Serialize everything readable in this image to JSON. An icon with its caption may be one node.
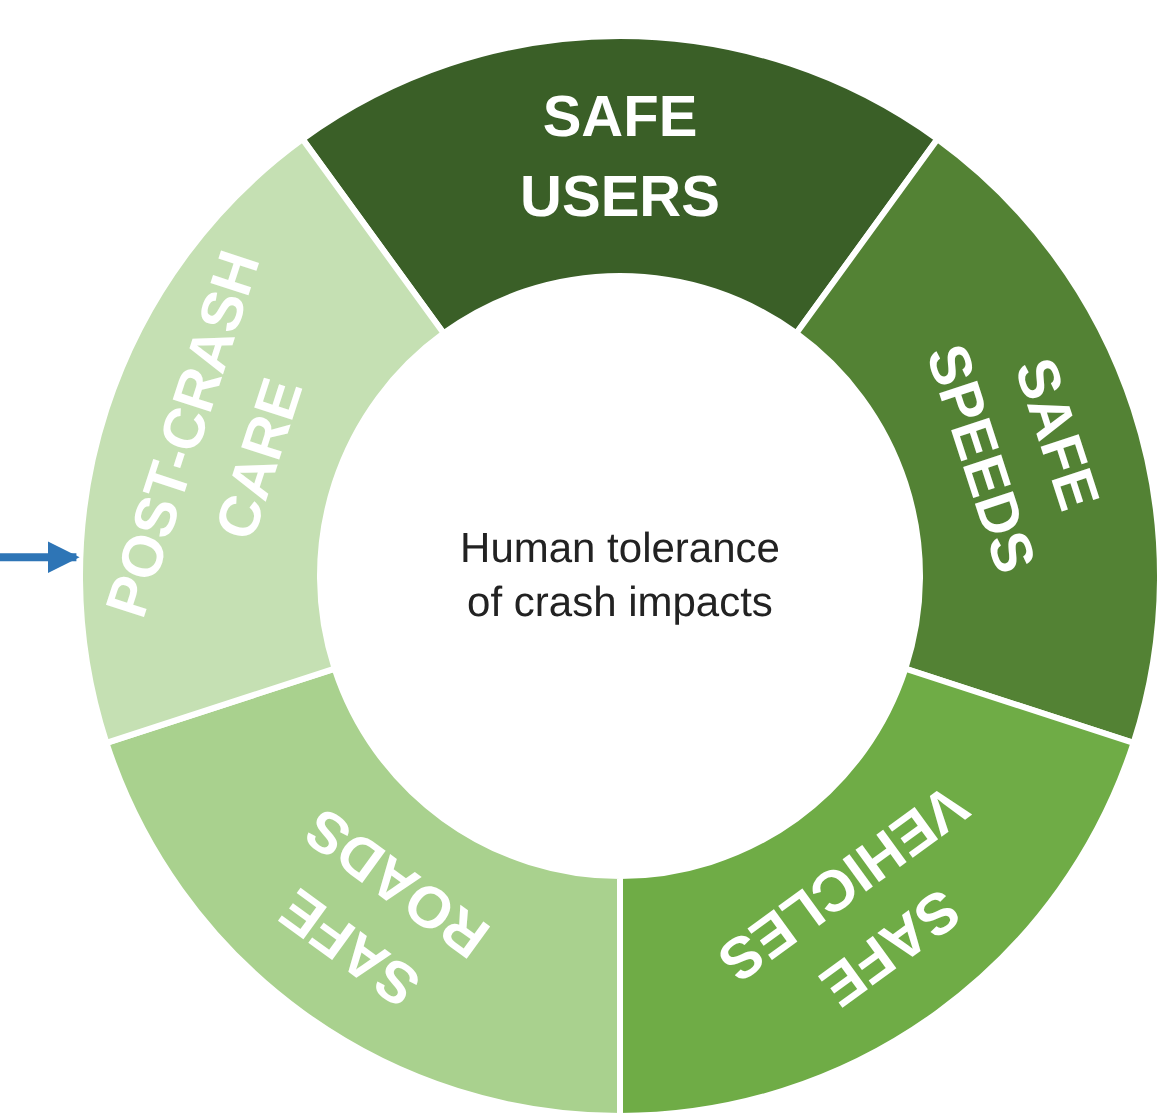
{
  "diagram": {
    "nodes": [
      {
        "text": [
          "SAFE USERS"
        ]
      },
      {
        "text": [
          "SAFE SPEEDS"
        ]
      },
      {
        "text": [
          "SAFE VEHICLES"
        ]
      },
      {
        "text": [
          "SAFE ROADS"
        ]
      },
      {
        "text": [
          "POST-CRASH CARE"
        ]
      },
      {
        "text": [
          "Human tolerance of crash impacts"
        ]
      }
    ],
    "edges": [
      {
        "from": null,
        "to": 4,
        "arrow": "to",
        "color": "#2e75b6"
      }
    ]
  }
}
